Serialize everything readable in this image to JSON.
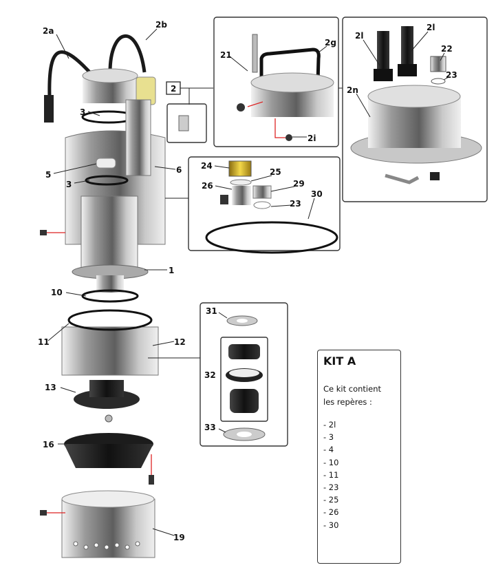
{
  "labels": {
    "l2a": "2a",
    "l2b": "2b",
    "l2": "2",
    "l3a": "3",
    "l3b": "3",
    "l5": "5",
    "l6": "6",
    "l1": "1",
    "l10": "10",
    "l11": "11",
    "l12": "12",
    "l13": "13",
    "l16": "16",
    "l19": "19",
    "l21": "21",
    "l2g": "2g",
    "l2i": "2i",
    "l2l_a": "2l",
    "l2l_b": "2l",
    "l22": "22",
    "l23_a": "23",
    "l2n": "2n",
    "l24": "24",
    "l25": "25",
    "l26": "26",
    "l29": "29",
    "l30": "30",
    "l23_b": "23",
    "l31": "31",
    "l32": "32",
    "l33": "33"
  },
  "kit": {
    "title": "KIT A",
    "desc_line1": "Ce kit contient",
    "desc_line2": "les repères :",
    "items": [
      "- 2l",
      "- 3",
      "- 4",
      "- 10",
      "- 11",
      "- 23",
      "- 25",
      "- 26",
      "- 30"
    ]
  },
  "colors": {
    "accent_red": "#d22222",
    "brass": "#e2c23a",
    "metal": "#b8b8b8"
  }
}
